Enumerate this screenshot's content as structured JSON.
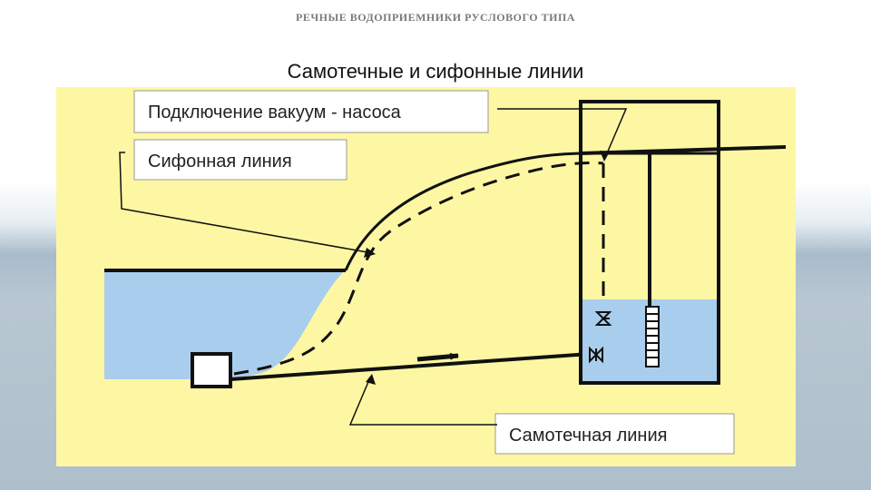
{
  "header": "РЕЧНЫЕ ВОДОПРИЕМНИКИ РУСЛОВОГО ТИПА",
  "title": "Самотечные и сифонные линии",
  "labels": {
    "vacuum_pump": "Подключение вакуум - насоса",
    "siphon_line": "Сифонная линия",
    "gravity_line": "Самотечная линия"
  },
  "colors": {
    "panel": "#fdf7a3",
    "water": "#a9cdec",
    "line": "#111111"
  }
}
